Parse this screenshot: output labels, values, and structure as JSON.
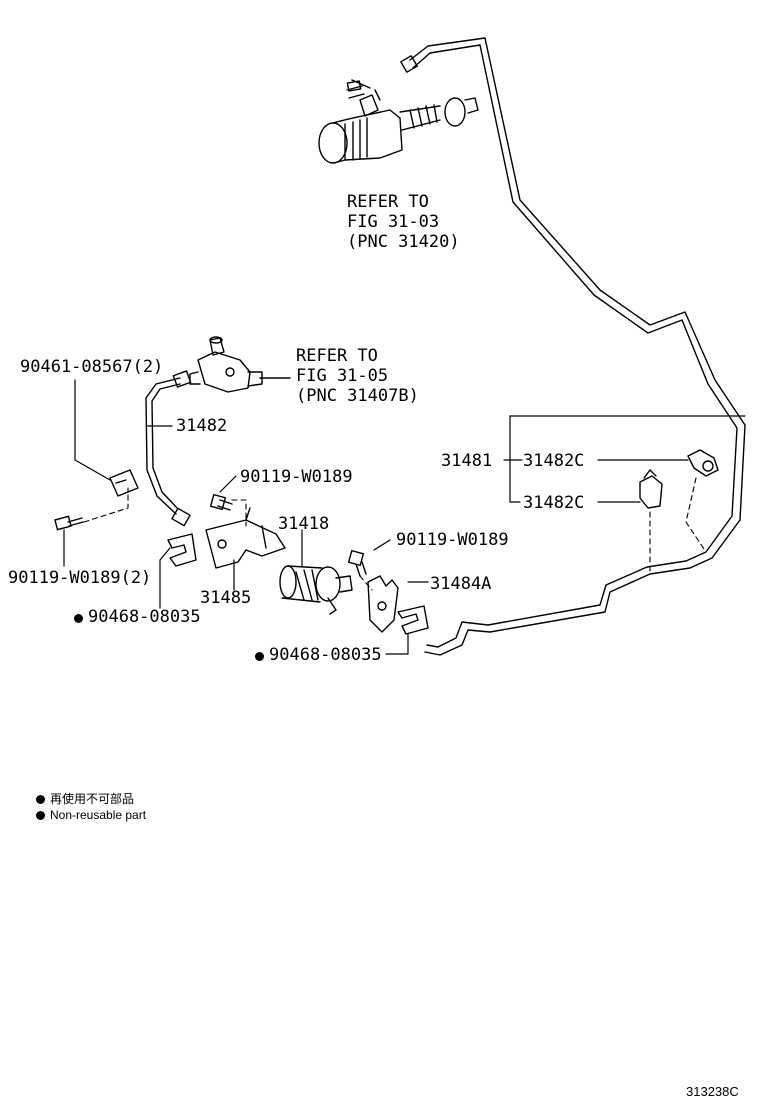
{
  "labels": {
    "refer_fig_31_03": {
      "line1": "REFER TO",
      "line2": "FIG 31-03",
      "line3": "(PNC 31420)"
    },
    "refer_fig_31_05": {
      "line1": "REFER TO",
      "line2": "FIG 31-05",
      "line3": "(PNC 31407B)"
    },
    "p90461": "90461-08567(2)",
    "p31482": "31482",
    "p31481": "31481",
    "p31482c_top": "31482C",
    "p31482c_bottom": "31482C",
    "p90119_top": "90119-W0189",
    "p90119_mid": "90119-W0189",
    "p90119_left": "90119-W0189(2)",
    "p31418": "31418",
    "p31484a": "31484A",
    "p31485": "31485",
    "p90468_left": "90468-08035",
    "p90468_right": "90468-08035"
  },
  "notes": {
    "jp": "再使用不可部品",
    "en": "Non-reusable part"
  },
  "figure_code": "313238C"
}
